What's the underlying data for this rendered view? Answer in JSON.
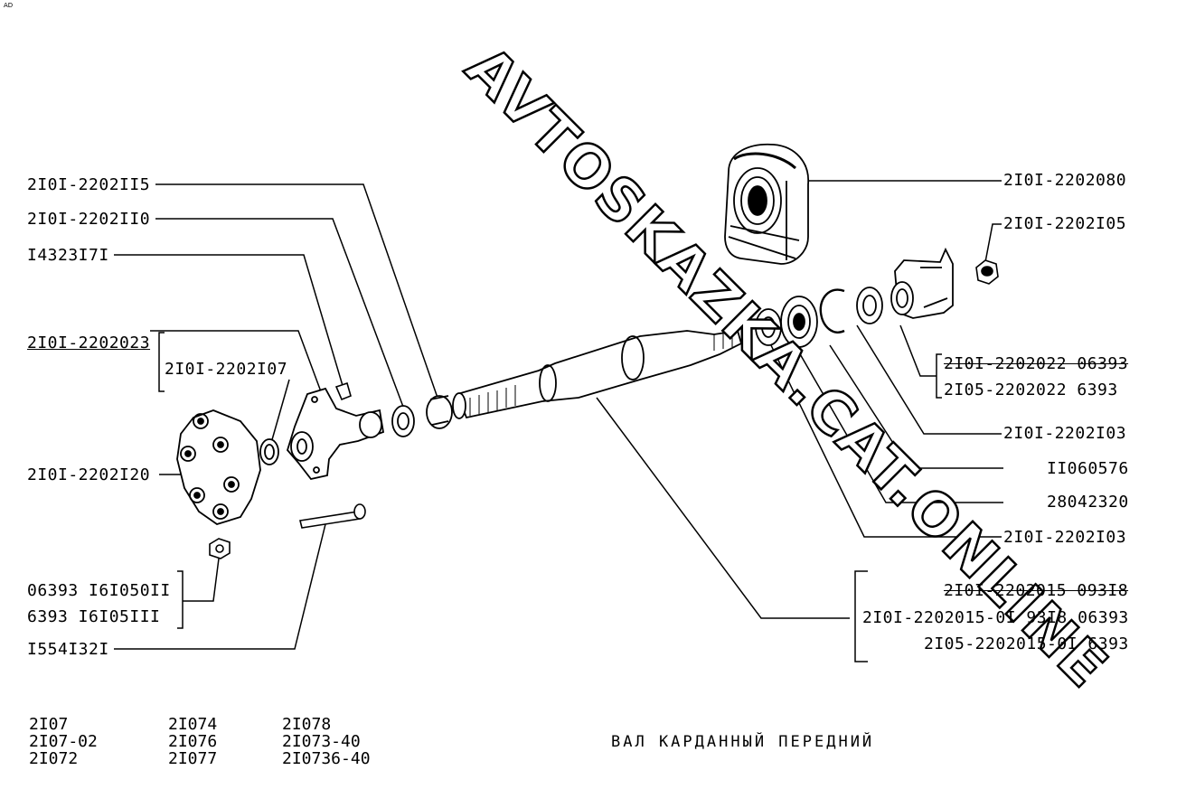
{
  "corner_mark": "AD",
  "watermark": "AVTOSKAZKA.CAT.ONLINE",
  "title": "ВАЛ КАРДАННЫЙ ПЕРЕДНИЙ",
  "callouts_left": [
    "2I0I-2202II5",
    "2I0I-2202II0",
    "I4323I7I",
    "2I0I-2202023",
    "2I0I-2202I07",
    "2I0I-2202I20",
    "06393 I6I050II",
    "6393 I6I05III",
    "I554I32I"
  ],
  "callouts_right": [
    "2I0I-2202080",
    "2I0I-2202I05",
    "2I0I-2202022 06393",
    "2I05-2202022 6393",
    "2I0I-2202I03",
    "II060576",
    "28042320",
    "2I0I-2202I03",
    "2I0I-2202015 093I8",
    "2I0I-2202015-0I 93I8 06393",
    "2I05-2202015-0I 6393"
  ],
  "models": {
    "col1": [
      "2I07",
      "2I07-02",
      "2I072"
    ],
    "col2": [
      "2I074",
      "2I076",
      "2I077"
    ],
    "col3": [
      "2I078",
      "2I073-40",
      "2I0736-40"
    ]
  }
}
